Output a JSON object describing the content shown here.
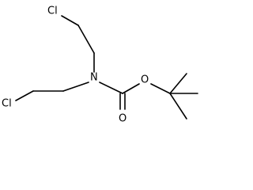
{
  "molecule": {
    "atoms": {
      "cl_top": "Cl",
      "cl_left": "Cl",
      "nitrogen": "N",
      "ester_oxygen": "O",
      "carbonyl_oxygen": "O"
    }
  },
  "colors": {
    "bond": "#000000",
    "background": "#ffffff"
  }
}
